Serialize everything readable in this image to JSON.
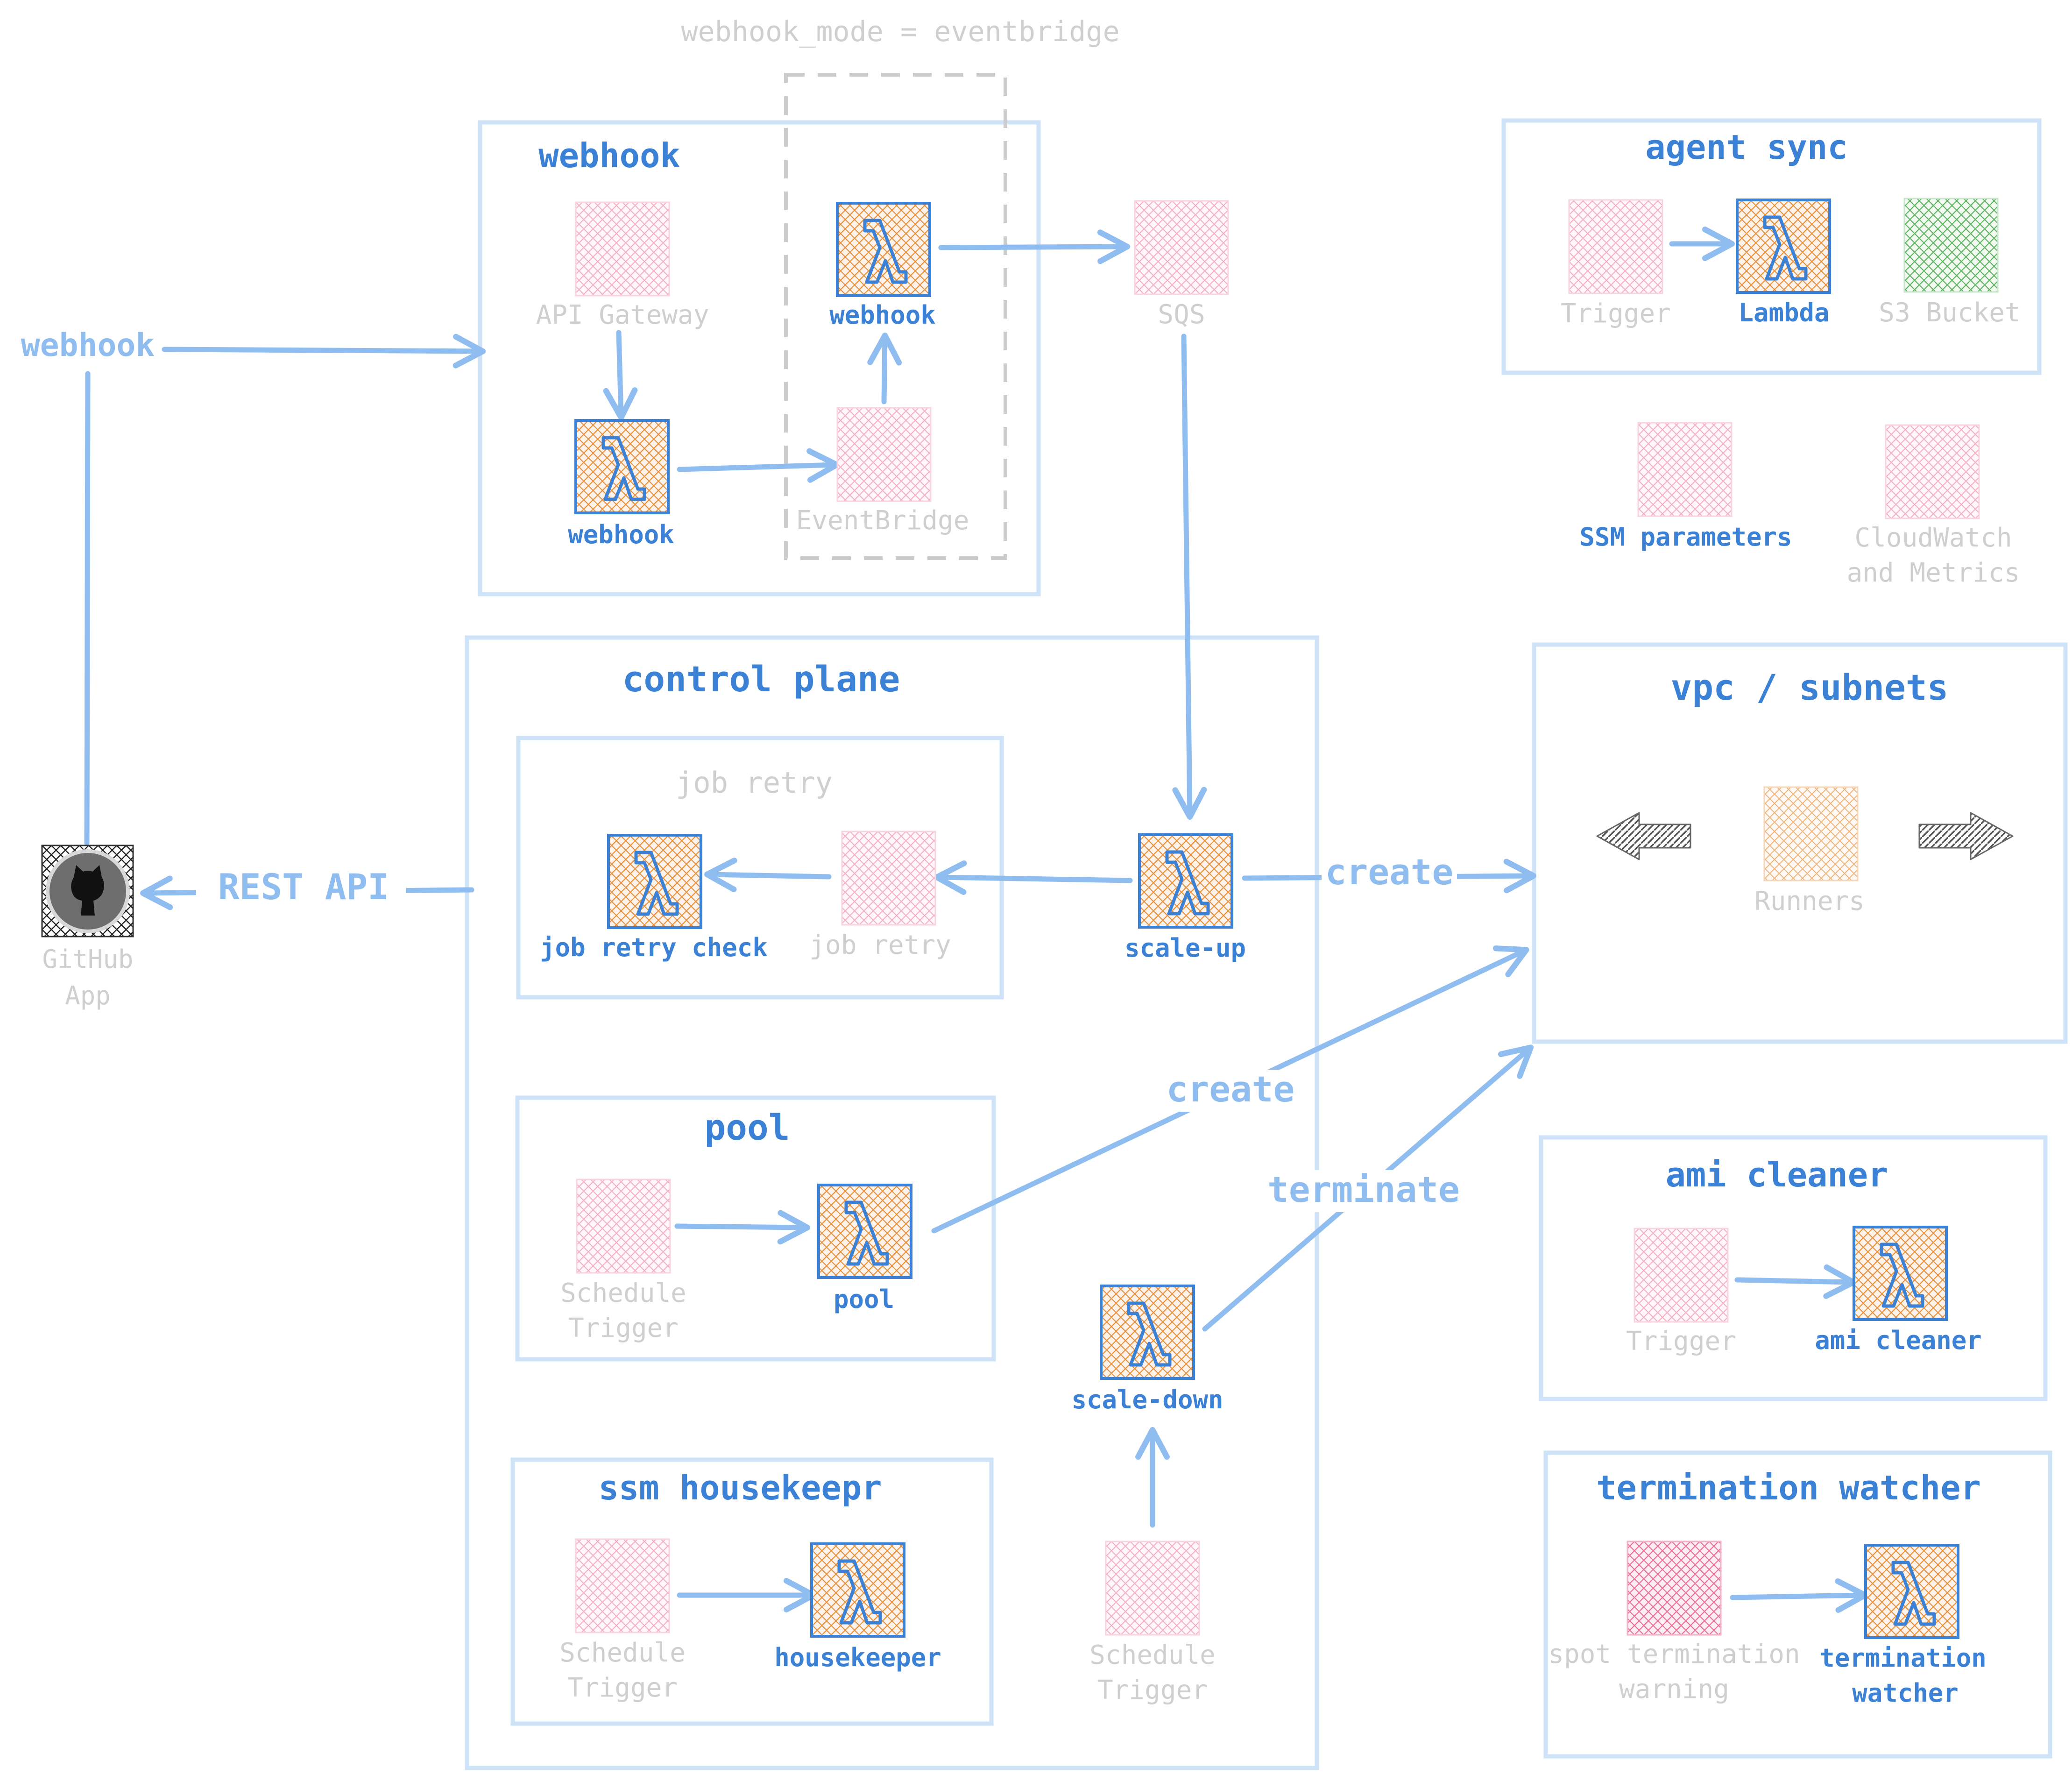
{
  "labels": {
    "mode_note": "webhook_mode = eventbridge",
    "webhook_in": "webhook",
    "rest_api": "REST API",
    "create_top": "create",
    "create_mid": "create",
    "terminate": "terminate"
  },
  "groups": {
    "webhook": "webhook",
    "control_plane": "control plane",
    "job_retry": "job retry",
    "pool": "pool",
    "ssm_housekeeper": "ssm housekeepr",
    "agent_sync": "agent sync",
    "vpc": "vpc / subnets",
    "ami_cleaner": "ami cleaner",
    "termination_watcher": "termination watcher"
  },
  "nodes": {
    "api_gateway": "API Gateway",
    "webhook_lambda": "webhook",
    "eventbridge": "EventBridge",
    "webhook_lambda_eb": "webhook",
    "sqs": "SQS",
    "github_app": [
      "GitHub",
      "App"
    ],
    "job_retry_check": "job retry check",
    "job_retry_queue": "job retry",
    "scale_up": "scale-up",
    "pool_trigger": [
      "Schedule",
      "Trigger"
    ],
    "pool_lambda": "pool",
    "scale_down": "scale-down",
    "scale_down_trigger": [
      "Schedule",
      "Trigger"
    ],
    "hk_trigger": [
      "Schedule",
      "Trigger"
    ],
    "housekeeper": "housekeeper",
    "as_trigger": "Trigger",
    "as_lambda": "Lambda",
    "s3_bucket": "S3 Bucket",
    "ssm_parameters": "SSM parameters",
    "cloudwatch": [
      "CloudWatch",
      "and Metrics"
    ],
    "runners": "Runners",
    "ami_trigger": "Trigger",
    "ami_lambda": "ami cleaner",
    "spot_warning": [
      "spot termination",
      "warning"
    ],
    "termination_watcher_lambda": [
      "termination",
      "watcher"
    ]
  },
  "colors": {
    "lambda": "#e8913f",
    "lambda_border": "#3b82d6",
    "service_pink": "#f2a7bd",
    "s3_green": "#4caf50",
    "group_border": "#cfe3f8",
    "arrow": "#8fbdf0",
    "label_blue": "#3b82d6",
    "label_grey": "#cfcfcf"
  }
}
